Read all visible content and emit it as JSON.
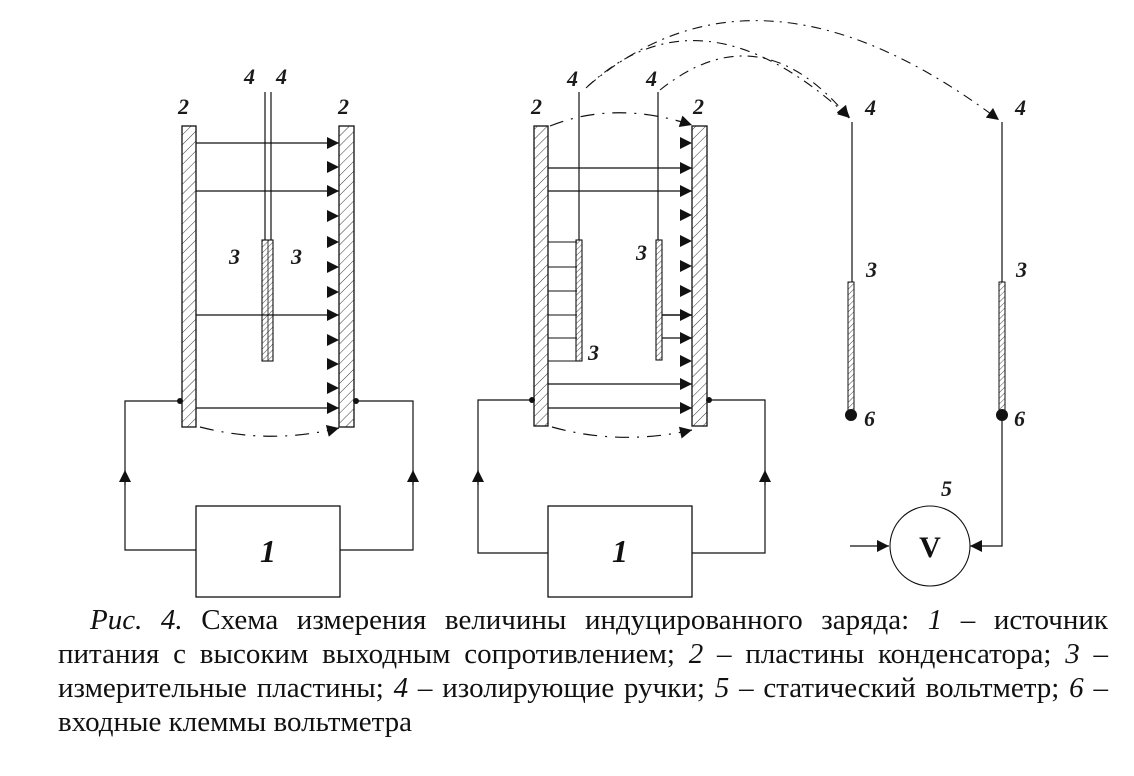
{
  "figure": {
    "left_scheme": {
      "plate_labels": [
        "2",
        "2"
      ],
      "handle_labels": [
        "4",
        "4"
      ],
      "measuring_labels": [
        "3",
        "3"
      ],
      "source_label": "1"
    },
    "middle_scheme": {
      "plate_labels": [
        "2",
        "2"
      ],
      "handle_labels": [
        "4",
        "4"
      ],
      "measuring_labels": [
        "3",
        "3"
      ],
      "source_label": "1"
    },
    "right_scheme": {
      "handle_labels": [
        "4",
        "4"
      ],
      "measuring_labels": [
        "3",
        "3"
      ],
      "terminal_labels": [
        "6",
        "6"
      ],
      "voltmeter_label": "5",
      "voltmeter_symbol": "V"
    }
  },
  "caption": {
    "fig_ref": "Рис. 4.",
    "title": " Схема измерения величины индуцированного заряда: ",
    "items": [
      {
        "num": "1",
        "text": " – источник питания с высоким выходным сопротивлением; "
      },
      {
        "num": "2",
        "text": " – пластины конденсатора; "
      },
      {
        "num": "3",
        "text": " – измерительные пластины; "
      },
      {
        "num": "4",
        "text": " – изолирующие ручки; "
      },
      {
        "num": "5",
        "text": " – статический вольтметр; "
      },
      {
        "num": "6",
        "text": " – входные клеммы вольтметра"
      }
    ]
  },
  "colors": {
    "ink": "#111111",
    "background": "#ffffff"
  }
}
